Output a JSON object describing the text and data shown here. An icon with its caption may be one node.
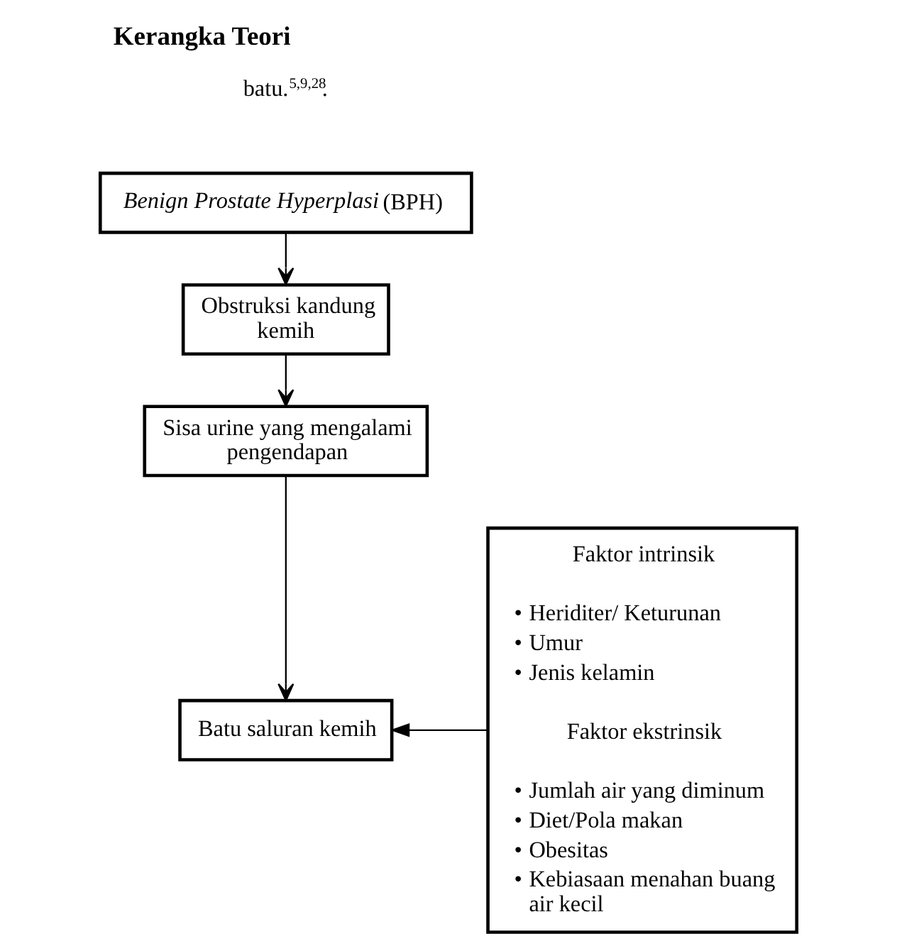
{
  "diagram": {
    "title": "Kerangka Teori",
    "nodes": [
      {
        "text": [
          "*Benign Prostate Hyperplasi* (BPH)"
        ]
      },
      {
        "text": [
          "Obstruksi kandung kemih"
        ]
      },
      {
        "text": [
          "Sisa urine yang mengalami pengendapan"
        ]
      },
      {
        "text": [
          "Batu saluran kemih"
        ]
      },
      {
        "text": [
          "Faktor intrinsik",
          "• Heriditer/ Keturunan",
          "• Umur",
          "• Jenis kelamin",
          "Faktor ekstrinsik",
          "• Jumlah air yang diminum",
          "• Diet/Pola makan",
          "• Obesitas",
          "• Kebiasaan menahan buang air kecil"
        ]
      }
    ],
    "edges": [
      {
        "from": 0,
        "to": 1,
        "arrow": "to"
      },
      {
        "from": 1,
        "to": 2,
        "arrow": "to"
      },
      {
        "from": 2,
        "to": 3,
        "arrow": "to"
      },
      {
        "from": 4,
        "to": 3,
        "arrow": "to"
      }
    ],
    "labels": [
      "batu.$^{5,9,28}$."
    ]
  }
}
